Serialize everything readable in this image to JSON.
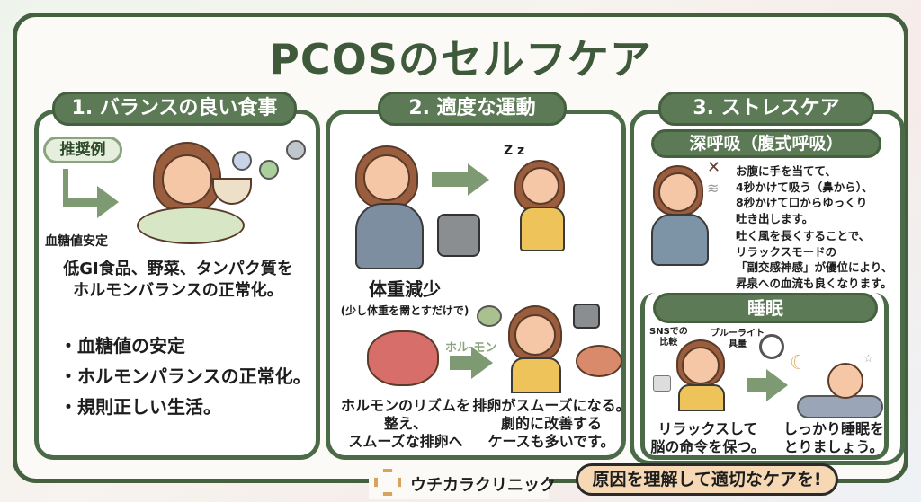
{
  "title": "PCOSのセルフケア",
  "section1": {
    "header": "1. バランスの良い食事",
    "badge": "推奨例",
    "caption": "血糖値安定",
    "text_lines": [
      "低GI食品、野菜、タンパク質を",
      "ホルモンバランスの正常化。"
    ],
    "bullets": [
      "・血糖値の安定",
      "・ホルモンパランスの正常化。",
      "・規則正しい生活。"
    ]
  },
  "section2": {
    "header": "2. 適度な運動",
    "zz": "Z z",
    "weight_title": "体重減少",
    "weight_sub": "(少し体重を罱とすだけで)",
    "hormone_label": "ホル-モン",
    "left_caption": [
      "ホルモンのリズムを",
      "整え、",
      "スムーズな排卵へ"
    ],
    "right_caption": [
      "排卵がスムーズになる。",
      "劇的に改善する",
      "ケースも多いです。"
    ]
  },
  "section3": {
    "header": "3. ストレスケア",
    "breath_header": "深呼吸（腹式呼吸）",
    "breath_text": [
      "お腹に手を当てて、",
      "4秒かけて吸う（鼻から）、",
      "8秒かけて口からゆっくり",
      "吐き出します。",
      "吐く風を長くすることで、",
      "リラックスモードの",
      "「副交感神感」が優位により、",
      "昇泉への血流も良くなります。"
    ],
    "sleep_header": "睡眠",
    "sns_label": [
      "SNSでの",
      "比較"
    ],
    "blue_label": [
      "ブルーライト",
      "具量"
    ],
    "left_caption": [
      "リラックスして",
      "脳の命令を保つ。"
    ],
    "right_caption": [
      "しっかり睡眠を",
      "とりましょう。"
    ]
  },
  "footer": {
    "clinic": "ウチカラクリニック",
    "slogan": "原因を理解して適切なケアを!"
  },
  "colors": {
    "green": "#44603f",
    "pill": "#5b7a55",
    "arrow": "#7d9a72",
    "slogan_bg": "#f6d9b4"
  }
}
